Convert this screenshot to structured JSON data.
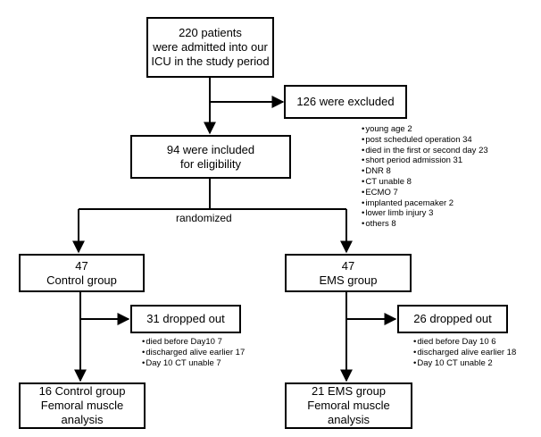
{
  "boxes": {
    "admitted": [
      "220 patients",
      "were admitted into our",
      "ICU in the study period"
    ],
    "excluded": [
      "126 were excluded"
    ],
    "included": [
      "94 were included",
      "for eligibility"
    ],
    "control": [
      "47",
      "Control group"
    ],
    "ems": [
      "47",
      "EMS group"
    ],
    "control_dropped": [
      "31 dropped out"
    ],
    "ems_dropped": [
      "26 dropped out"
    ],
    "control_final": [
      "16 Control group",
      "Femoral muscle",
      "analysis"
    ],
    "ems_final": [
      "21 EMS group",
      "Femoral muscle",
      "analysis"
    ]
  },
  "randomized_label": "randomized",
  "exclusion_reasons": [
    "young age 2",
    "post scheduled operation 34",
    "died in the first or second day 23",
    "short period admission 31",
    "DNR 8",
    "CT unable 8",
    "ECMO 7",
    "implanted pacemaker 2",
    "lower limb injury 3",
    "others 8"
  ],
  "control_dropout_reasons": [
    "died before Day10 7",
    "discharged alive earlier 17",
    "Day 10 CT unable 7"
  ],
  "ems_dropout_reasons": [
    "died before Day 10 6",
    "discharged alive earlier 18",
    "Day 10 CT unable 2"
  ]
}
